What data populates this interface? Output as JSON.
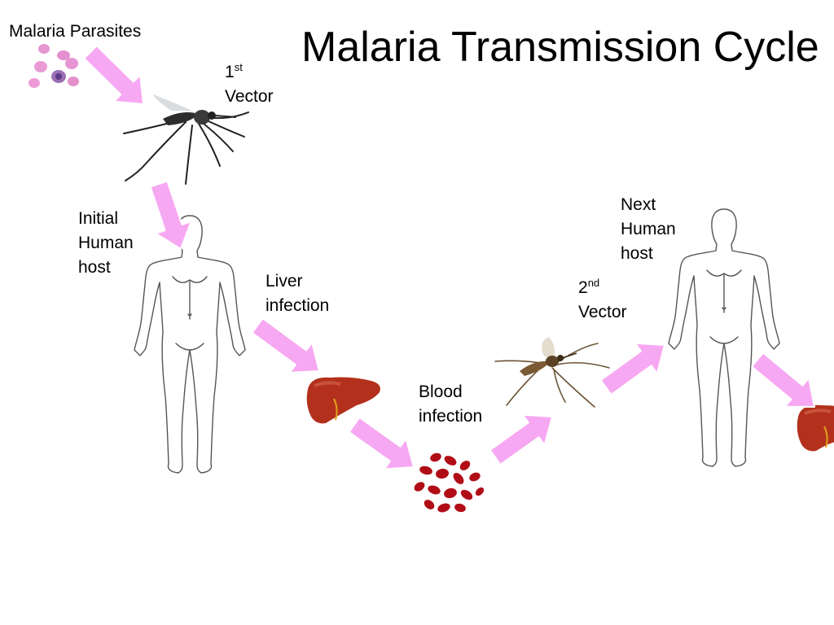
{
  "title": "Malaria Transmission Cycle",
  "labels": {
    "parasites": "Malaria Parasites",
    "vector1_num": "1",
    "vector1_sup": "st",
    "vector1_word": "Vector",
    "initial_host": [
      "Initial",
      "Human",
      "host"
    ],
    "liver": [
      "Liver",
      "infection"
    ],
    "blood": [
      "Blood",
      "infection"
    ],
    "vector2_num": "2",
    "vector2_sup": "nd",
    "vector2_word": "Vector",
    "next_host": [
      "Next",
      "Human",
      "host"
    ]
  },
  "colors": {
    "arrow_fill": "#f7a8f2",
    "arrow_stroke": "#ffffff",
    "liver": "#b3311c",
    "blood": "#b10d16",
    "body_outline": "#555555"
  }
}
